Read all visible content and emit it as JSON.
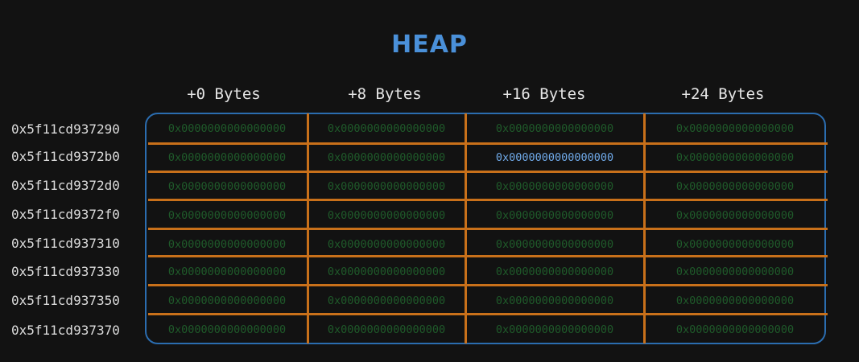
{
  "title": "HEAP",
  "columns": [
    "+0 Bytes",
    "+8  Bytes",
    "+16  Bytes",
    "+24  Bytes"
  ],
  "rows": [
    {
      "address": "0x5f11cd937290",
      "cells": [
        "0x0000000000000000",
        "0x0000000000000000",
        "0x0000000000000000",
        "0x0000000000000000"
      ]
    },
    {
      "address": "0x5f11cd9372b0",
      "cells": [
        "0x0000000000000000",
        "0x0000000000000000",
        "0x0000000000000000",
        "0x0000000000000000"
      ]
    },
    {
      "address": "0x5f11cd9372d0",
      "cells": [
        "0x0000000000000000",
        "0x0000000000000000",
        "0x0000000000000000",
        "0x0000000000000000"
      ]
    },
    {
      "address": "0x5f11cd9372f0",
      "cells": [
        "0x0000000000000000",
        "0x0000000000000000",
        "0x0000000000000000",
        "0x0000000000000000"
      ]
    },
    {
      "address": "0x5f11cd937310",
      "cells": [
        "0x0000000000000000",
        "0x0000000000000000",
        "0x0000000000000000",
        "0x0000000000000000"
      ]
    },
    {
      "address": "0x5f11cd937330",
      "cells": [
        "0x0000000000000000",
        "0x0000000000000000",
        "0x0000000000000000",
        "0x0000000000000000"
      ]
    },
    {
      "address": "0x5f11cd937350",
      "cells": [
        "0x0000000000000000",
        "0x0000000000000000",
        "0x0000000000000000",
        "0x0000000000000000"
      ]
    },
    {
      "address": "0x5f11cd937370",
      "cells": [
        "0x0000000000000000",
        "0x0000000000000000",
        "0x0000000000000000",
        "0x0000000000000000"
      ]
    }
  ],
  "highlighted_cell": {
    "row": 1,
    "col": 2
  },
  "colors": {
    "background": "#121212",
    "title": "#4a90d9",
    "box_border": "#2b6db0",
    "grid_lines": "#c8701a",
    "cell_text": "#1f5a2a",
    "highlight_text": "#6fa9e8",
    "label_text": "#dcdcdc"
  }
}
